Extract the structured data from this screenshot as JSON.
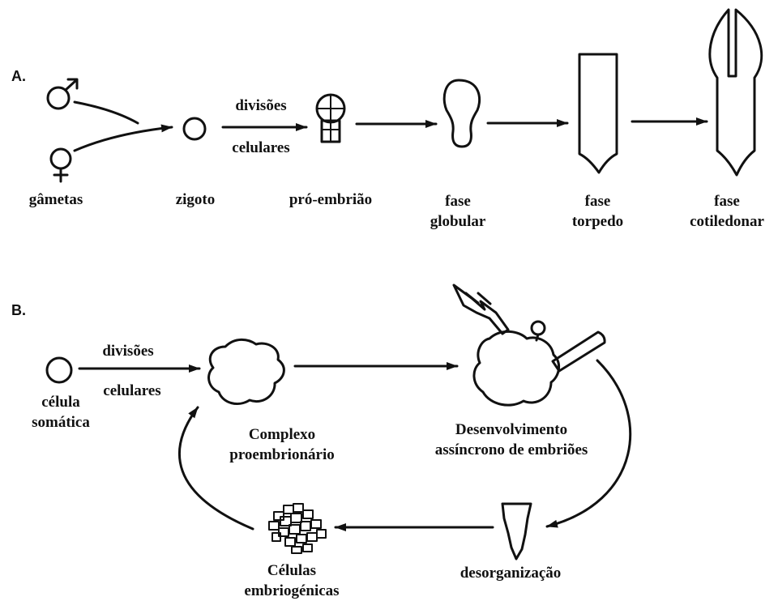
{
  "section_a": {
    "marker": "A.",
    "gametes": "gâmetas",
    "arrow_top": "divisões",
    "arrow_bottom": "celulares",
    "zygote": "zigoto",
    "proembryo": "pró-embrião",
    "globular": [
      "fase",
      "globular"
    ],
    "torpedo": [
      "fase",
      "torpedo"
    ],
    "cotyledonary": [
      "fase",
      "cotiledonar"
    ]
  },
  "section_b": {
    "marker": "B.",
    "somatic_cell": [
      "célula",
      "somática"
    ],
    "arrow_top": "divisões",
    "arrow_bottom": "celulares",
    "complex": [
      "Complexo",
      "proembrionário"
    ],
    "development": [
      "Desenvolvimento",
      "assíncrono de embriões"
    ],
    "disorganization": "desorganização",
    "embryogenic": [
      "Células",
      "embriogénicas"
    ]
  },
  "icons": {
    "male": "male-symbol-icon",
    "female": "female-symbol-icon"
  }
}
